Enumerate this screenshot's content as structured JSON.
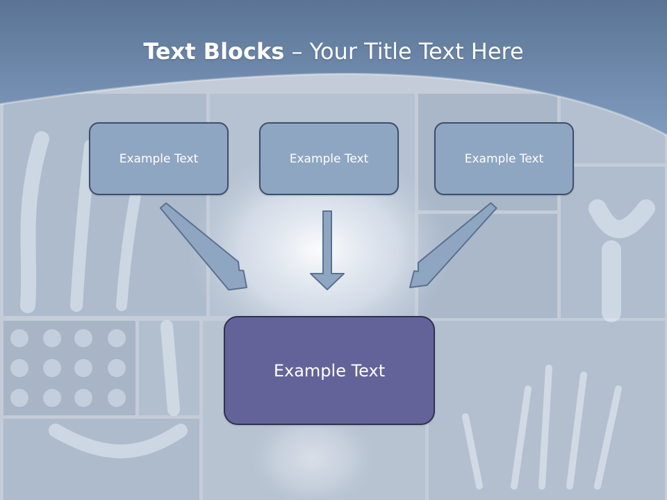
{
  "slide": {
    "title_bold": "Text Blocks",
    "title_dash": " – ",
    "title_rest": "Your Title Text Here",
    "top_boxes": [
      {
        "label": "Example Text"
      },
      {
        "label": "Example Text"
      },
      {
        "label": "Example Text"
      }
    ],
    "center_box": {
      "label": "Example Text"
    }
  },
  "colors": {
    "header_band": "#7590b2",
    "box_fill": "#8fa6c2",
    "box_border": "#3a4f6b",
    "center_fill": "#646399",
    "arrow_fill": "#8fa6c2",
    "arrow_stroke": "#5b708e"
  }
}
